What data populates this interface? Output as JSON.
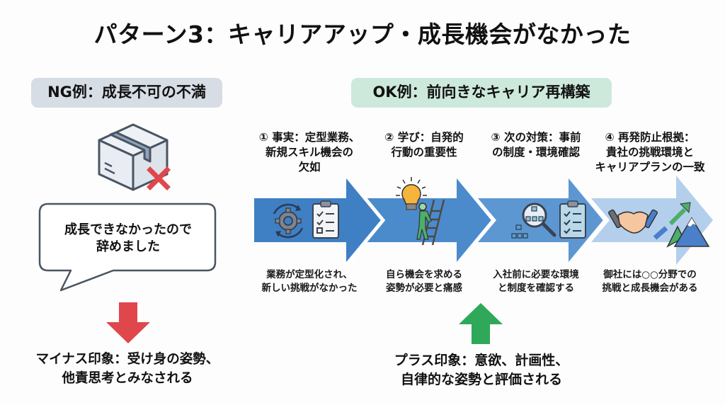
{
  "title": "パターン3：キャリアアップ・成長機会がなかった",
  "ng": {
    "label": "NG例：成長不可の不満",
    "icon": "box-with-x-icon",
    "speech_line1": "成長できなかったので",
    "speech_line2": "辞めました",
    "result_line1": "マイナス印象：受け身の姿勢、",
    "result_line2": "他責思考とみなされる",
    "arrow_color": "#e0474c"
  },
  "ok": {
    "label": "OK例：前向きなキャリア再構築",
    "arrow_color": "#2fa85a",
    "result_line1": "プラス印象：意欲、計画性、",
    "result_line2": "自律的な姿勢と評価される",
    "steps": [
      {
        "title_lines": [
          "① 事実：定型業務、",
          "新規スキル機会の",
          "欠如"
        ],
        "desc_lines": [
          "業務が定型化され、",
          "新しい挑戦がなかった"
        ],
        "icons": [
          "gear-cycle-icon",
          "checklist-clipboard-icon"
        ],
        "color": "#3f7fc4"
      },
      {
        "title_lines": [
          "② 学び：自発的",
          "行動の重要性"
        ],
        "desc_lines": [
          "自ら機会を求める",
          "姿勢が必要と痛感"
        ],
        "icons": [
          "lightbulb-icon",
          "person-climbing-ladder-icon"
        ],
        "color": "#4c8bcb"
      },
      {
        "title_lines": [
          "③ 次の対策：事前",
          "の制度・環境確認"
        ],
        "desc_lines": [
          "入社前に必要な環境",
          "と制度を確認する"
        ],
        "icons": [
          "magnifier-org-chart-icon",
          "checklist-clipboard-icon"
        ],
        "color": "#5c97d2"
      },
      {
        "title_lines": [
          "④ 再発防止根拠：",
          "貴社の挑戦環境と",
          "キャリアプランの一致"
        ],
        "desc_lines": [
          "御社には○○分野での",
          "挑戦と成長機会がある"
        ],
        "icons": [
          "handshake-icon",
          "growth-arrow-mountain-icon"
        ],
        "color": "#b4cfec"
      }
    ]
  }
}
